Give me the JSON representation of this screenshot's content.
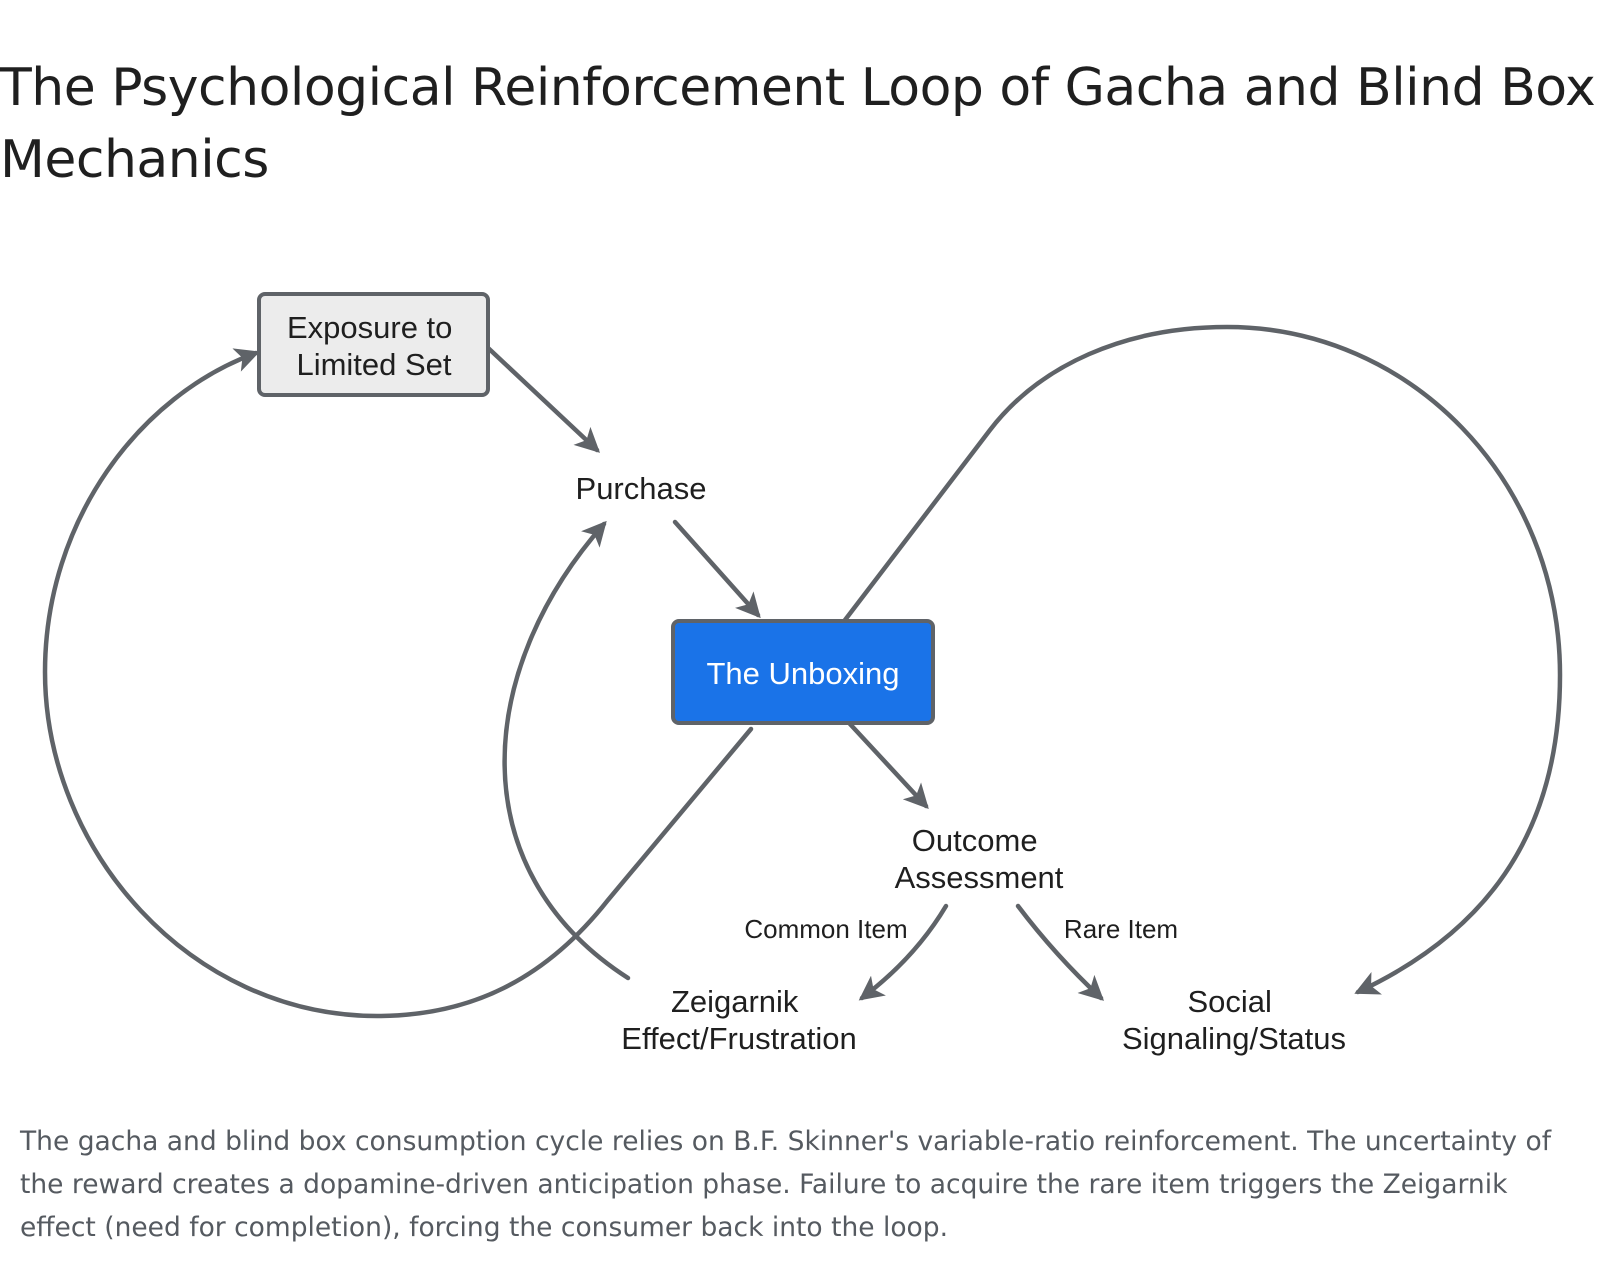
{
  "title": "The Psychological Reinforcement Loop of Gacha and Blind Box Mechanics",
  "diagram": {
    "nodes": {
      "exposure": {
        "lines": [
          "Exposure to",
          "Limited Set"
        ]
      },
      "purchase": {
        "lines": [
          "Purchase"
        ]
      },
      "unboxing": {
        "lines": [
          "The Unboxing"
        ]
      },
      "outcome": {
        "lines": [
          "Outcome",
          "Assessment"
        ]
      },
      "zeigarnik": {
        "lines": [
          "Zeigarnik",
          "Effect/Frustration"
        ]
      },
      "social": {
        "lines": [
          "Social",
          "Signaling/Status"
        ]
      }
    },
    "edge_labels": {
      "common": "Common Item",
      "rare": "Rare Item"
    },
    "colors": {
      "arrow": "#5f6368",
      "box_fill_light": "#ececec",
      "box_stroke": "#5f6368",
      "unboxing_fill": "#1a73e8",
      "text": "#1f1f1f"
    }
  },
  "caption": "The gacha and blind box consumption cycle relies on B.F. Skinner's variable-ratio reinforcement. The uncertainty of the reward creates a dopamine-driven anticipation phase. Failure to acquire the rare item triggers the Zeigarnik effect (need for completion), forcing the consumer back into the loop."
}
